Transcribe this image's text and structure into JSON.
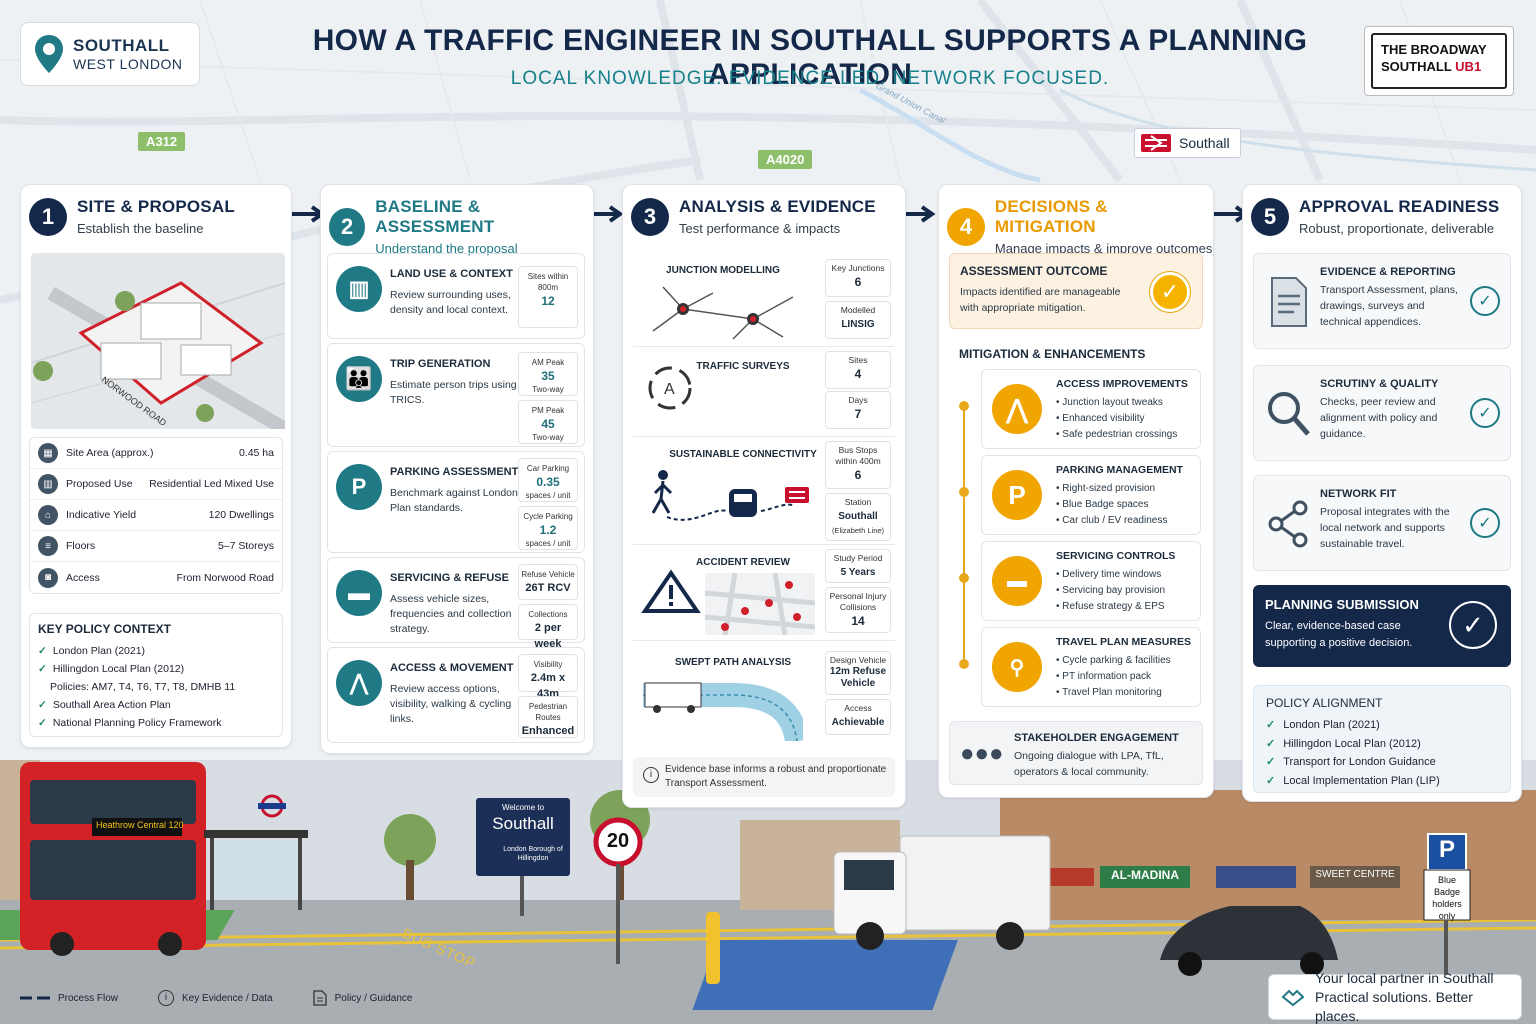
{
  "location": {
    "line1": "SOUTHALL",
    "line2": "WEST LONDON",
    "icon": "map-pin-icon"
  },
  "title": "HOW A TRAFFIC ENGINEER IN SOUTHALL SUPPORTS A PLANNING APPLICATION",
  "subtitle": "LOCAL KNOWLEDGE.  EVIDENCE LED.  NETWORK FOCUSED.",
  "street_sign": {
    "line1": "THE BROADWAY",
    "line2_a": "SOUTHALL",
    "line2_b": "UB1"
  },
  "map": {
    "road1": "A312",
    "road2": "A4020",
    "canal": "Grand Union Canal",
    "station": "Southall"
  },
  "colors": {
    "navy": "#14284a",
    "teal": "#1f7a85",
    "amber": "#f0a500",
    "green": "#8dbf6b",
    "red": "#c8102e"
  },
  "steps": [
    {
      "num": "1",
      "title": "SITE & PROPOSAL",
      "sub": "Establish the baseline",
      "road_label": "NORWOOD ROAD",
      "facts": [
        {
          "label": "Site Area (approx.)",
          "value": "0.45 ha"
        },
        {
          "label": "Proposed Use",
          "value": "Residential Led Mixed Use"
        },
        {
          "label": "Indicative Yield",
          "value": "120 Dwellings"
        },
        {
          "label": "Floors",
          "value": "5–7 Storeys"
        },
        {
          "label": "Access",
          "value": "From Norwood Road"
        }
      ],
      "policy_head": "KEY POLICY CONTEXT",
      "policies": [
        "London Plan (2021)",
        "Hillingdon Local Plan (2012)",
        "Southall Area Action Plan",
        "National Planning Policy Framework"
      ],
      "policy_note": "Policies: AM7, T4, T6, T7, T8, DMHB 11"
    },
    {
      "num": "2",
      "title": "BASELINE & ASSESSMENT",
      "sub": "Understand the proposal",
      "cards": [
        {
          "title": "LAND USE & CONTEXT",
          "desc": "Review surrounding uses, density and local context.",
          "m1l": "Sites within 800m",
          "m1v": "12"
        },
        {
          "title": "TRIP GENERATION",
          "desc": "Estimate person trips using TRICS.",
          "m1l": "AM Peak",
          "m1v": "35",
          "m1s": "Two-way",
          "m2l": "PM Peak",
          "m2v": "45",
          "m2s": "Two-way"
        },
        {
          "title": "PARKING ASSESSMENT",
          "desc": "Benchmark against London Plan standards.",
          "m1l": "Car Parking",
          "m1v": "0.35",
          "m1s": "spaces / unit",
          "m2l": "Cycle Parking",
          "m2v": "1.2",
          "m2s": "spaces / unit"
        },
        {
          "title": "SERVICING & REFUSE",
          "desc": "Assess vehicle sizes, frequencies and collection strategy.",
          "m1l": "Refuse Vehicle",
          "m1v": "26T RCV",
          "m2l": "Collections",
          "m2v": "2 per week"
        },
        {
          "title": "ACCESS & MOVEMENT",
          "desc": "Review access options, visibility, walking & cycling links.",
          "m1l": "Visibility",
          "m1v": "2.4m x 43m",
          "m2l": "Pedestrian Routes",
          "m2v": "Enhanced"
        }
      ]
    },
    {
      "num": "3",
      "title": "ANALYSIS & EVIDENCE",
      "sub": "Test performance & impacts",
      "cards": [
        {
          "title": "JUNCTION MODELLING",
          "m1l": "Key Junctions",
          "m1v": "6",
          "m2l": "Modelled",
          "m2v": "LINSIG"
        },
        {
          "title": "TRAFFIC SURVEYS",
          "m1l": "Sites",
          "m1v": "4",
          "m2l": "Days",
          "m2v": "7"
        },
        {
          "title": "SUSTAINABLE CONNECTIVITY",
          "m1l": "Bus Stops within 400m",
          "m1v": "6",
          "m2l": "Station",
          "m2v": "Southall",
          "m2s": "(Elizabeth Line)"
        },
        {
          "title": "ACCIDENT REVIEW",
          "m1l": "Study Period",
          "m1v": "5 Years",
          "m2l": "Personal Injury Collisions",
          "m2v": "14"
        },
        {
          "title": "SWEPT PATH ANALYSIS",
          "m1l": "Design Vehicle",
          "m1v": "12m Refuse Vehicle",
          "m2l": "Access",
          "m2v": "Achievable"
        }
      ],
      "note": "Evidence base informs a robust and proportionate Transport Assessment."
    },
    {
      "num": "4",
      "title": "DECISIONS & MITIGATION",
      "sub": "Manage impacts & improve outcomes",
      "outcome_head": "ASSESSMENT OUTCOME",
      "outcome_desc": "Impacts identified are manageable with appropriate mitigation.",
      "mit_head": "MITIGATION & ENHANCEMENTS",
      "mitigations": [
        {
          "title": "ACCESS IMPROVEMENTS",
          "icon": "road-icon",
          "items": [
            "Junction layout tweaks",
            "Enhanced visibility",
            "Safe pedestrian crossings"
          ]
        },
        {
          "title": "PARKING MANAGEMENT",
          "icon": "parking-icon",
          "items": [
            "Right-sized provision",
            "Blue Badge spaces",
            "Car club / EV readiness"
          ]
        },
        {
          "title": "SERVICING CONTROLS",
          "icon": "truck-icon",
          "items": [
            "Delivery time windows",
            "Servicing bay provision",
            "Refuse strategy & EPS"
          ]
        },
        {
          "title": "TRAVEL PLAN MEASURES",
          "icon": "walk-cycle-icon",
          "items": [
            "Cycle parking & facilities",
            "PT information pack",
            "Travel Plan monitoring"
          ]
        }
      ],
      "stake_head": "STAKEHOLDER ENGAGEMENT",
      "stake_desc": "Ongoing dialogue with LPA, TfL, operators & local community."
    },
    {
      "num": "5",
      "title": "APPROVAL READINESS",
      "sub": "Robust, proportionate, deliverable",
      "cards": [
        {
          "title": "EVIDENCE & REPORTING",
          "desc": "Transport Assessment, plans, drawings, surveys and technical appendices."
        },
        {
          "title": "SCRUTINY & QUALITY",
          "desc": "Checks, peer review and alignment with policy and guidance."
        },
        {
          "title": "NETWORK FIT",
          "desc": "Proposal integrates with the local network and supports sustainable travel."
        }
      ],
      "submit_head": "PLANNING SUBMISSION",
      "submit_desc": "Clear, evidence-based case supporting a positive decision.",
      "align_head": "POLICY ALIGNMENT",
      "align": [
        "London Plan (2021)",
        "Hillingdon Local Plan (2012)",
        "Transport for London Guidance",
        "Local Implementation Plan (LIP)"
      ]
    }
  ],
  "street_scene": {
    "bus_display": "Heathrow Central 120",
    "welcome_1": "Welcome to",
    "welcome_2": "Southall",
    "welcome_3": "London Borough of Hillingdon",
    "speed_limit": "20",
    "bus_stop_marking": "BUS STOP",
    "shop_1": "AL-MADINA",
    "shop_2": "SWEET CENTRE",
    "parking_sign": "P",
    "parking_sub": "Blue Badge holders only"
  },
  "legend": [
    "Process Flow",
    "Key Evidence / Data",
    "Policy / Guidance"
  ],
  "partner": {
    "line1": "Your local partner in Southall",
    "line2": "Practical solutions. Better places."
  }
}
